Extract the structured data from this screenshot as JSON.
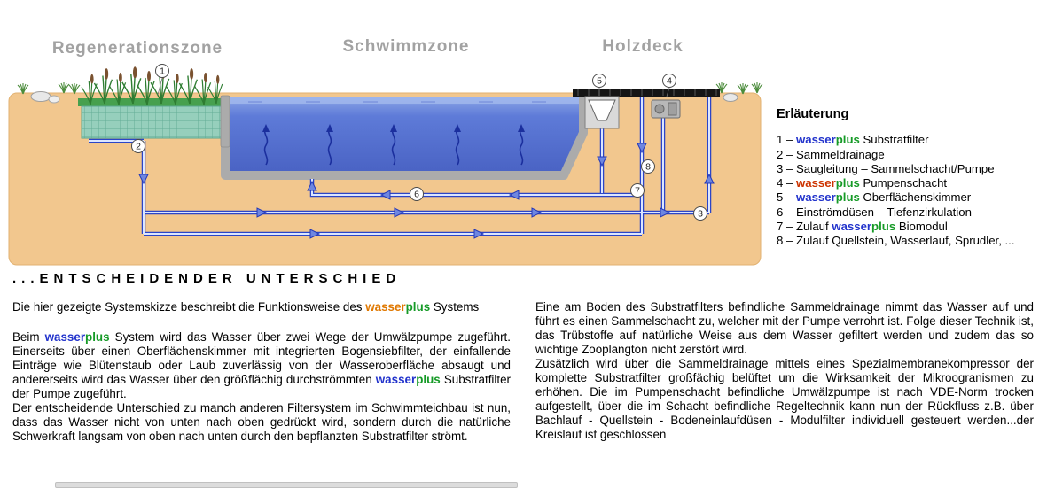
{
  "diagram": {
    "zones": [
      "Regenerationszone",
      "Schwimmzone",
      "Holzdeck"
    ],
    "markers": [
      "1",
      "2",
      "3",
      "4",
      "5",
      "6",
      "7",
      "8"
    ]
  },
  "brand_colors": {
    "wasser_blue": "#2233CC",
    "wasser_red": "#CC3300",
    "wasser_orange": "#E07800",
    "plus_green": "#159A26",
    "ground_tan": "#F2C78E",
    "water_blue": "#5E7BD8",
    "pipe_blue": "#2B45C8"
  },
  "legend": {
    "title": "Erläuterung",
    "items": [
      [
        {
          "t": "1 – "
        },
        {
          "t": "wasser",
          "c": "w-blue"
        },
        {
          "t": "plus",
          "c": "p-green"
        },
        {
          "t": " Substratfilter"
        }
      ],
      [
        {
          "t": "2 – Sammeldrainage"
        }
      ],
      [
        {
          "t": "3 – Saugleitung – Sammelschacht/Pumpe"
        }
      ],
      [
        {
          "t": "4 – "
        },
        {
          "t": "wasser",
          "c": "w-red"
        },
        {
          "t": "plus",
          "c": "p-green"
        },
        {
          "t": " Pumpenschacht"
        }
      ],
      [
        {
          "t": "5 – "
        },
        {
          "t": "wasser",
          "c": "w-blue"
        },
        {
          "t": "plus",
          "c": "p-green"
        },
        {
          "t": " Oberflächenskimmer"
        }
      ],
      [
        {
          "t": "6 – Einströmdüsen – Tiefenzirkulation"
        }
      ],
      [
        {
          "t": "7 – Zulauf "
        },
        {
          "t": "wasser",
          "c": "w-blue"
        },
        {
          "t": "plus",
          "c": "p-green"
        },
        {
          "t": " Biomodul"
        }
      ],
      [
        {
          "t": "8 – Zulauf Quellstein, Wasserlauf, Sprudler, ..."
        }
      ]
    ]
  },
  "heading": "...ENTSCHEIDENDER UNTERSCHIED",
  "intro": [
    {
      "t": "Die hier gezeigte Systemskizze beschreibt die Funktionsweise des "
    },
    {
      "t": "wasser",
      "c": "w-orange"
    },
    {
      "t": "plus",
      "c": "p-green"
    },
    {
      "t": " Systems"
    }
  ],
  "columns": {
    "left": [
      [
        {
          "t": "Beim "
        },
        {
          "t": "wasser",
          "c": "w-blue"
        },
        {
          "t": "plus",
          "c": "p-green"
        },
        {
          "t": " System wird das Wasser über zwei Wege der Umwälzpumpe zugeführt. Einerseits über einen Oberflächenskimmer mit integrierten Bogensiebfilter, der einfallende Einträge wie Blütenstaub oder Laub zuverlässig von der Wasseroberfläche absaugt und andererseits wird das Wasser über den größflächig durchströmmten "
        },
        {
          "t": "wasser",
          "c": "w-blue"
        },
        {
          "t": "plus",
          "c": "p-green"
        },
        {
          "t": " Substratfilter der Pumpe zugeführt."
        }
      ],
      [
        {
          "t": "Der entscheidende Unterschied zu manch anderen Filtersystem im Schwimmteichbau ist nun, dass das Wasser nicht von unten nach oben gedrückt wird, sondern durch die natürliche Schwerkraft langsam von oben nach unten durch den bepflanzten Substratfilter strömt."
        }
      ]
    ],
    "right": [
      [
        {
          "t": "Eine am Boden des Substratfilters befindliche Sammeldrainage nimmt das Wasser auf und führt es einen Sammelschacht zu, welcher mit der Pumpe verrohrt ist. Folge dieser Technik ist, das Trübstoffe auf natürliche Weise aus dem Wasser gefiltert werden und zudem das so wichtige Zooplangton nicht zerstört wird."
        }
      ],
      [
        {
          "t": "Zusätzlich wird über die Sammeldrainage mittels eines Spezialmembranekompressor der komplette Substratfilter großfächig belüftet um die Wirksamkeit der Mikroogranismen zu erhöhen. Die im Pumpenschacht befindliche Umwälzpumpe ist nach VDE-Norm trocken aufgestellt, über die im Schacht befindliche Regeltechnik kann nun der Rückfluss z.B. über Bachlauf - Quellstein - Bodeneinlaufdüsen - Modulfilter individuell gesteuert werden...der Kreislauf ist geschlossen"
        }
      ]
    ]
  }
}
